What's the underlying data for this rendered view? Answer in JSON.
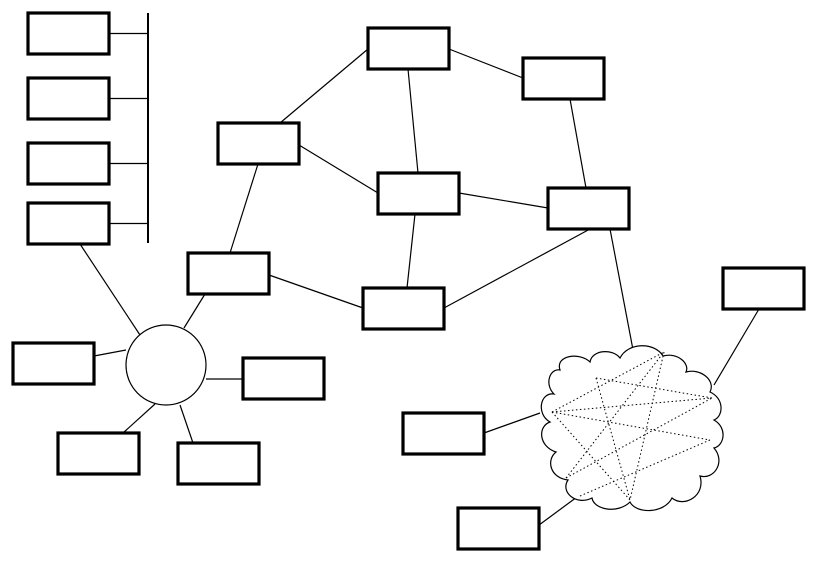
{
  "diagram": {
    "kind": "network-topology",
    "colors": {
      "background": "#ffffff",
      "stroke": "#000000",
      "node_fill": "#ffffff"
    },
    "nodes": [
      {
        "id": "bus-node-1",
        "shape": "box",
        "label": ""
      },
      {
        "id": "bus-node-2",
        "shape": "box",
        "label": ""
      },
      {
        "id": "bus-node-3",
        "shape": "box",
        "label": ""
      },
      {
        "id": "bus-node-4",
        "shape": "box",
        "label": ""
      },
      {
        "id": "mesh-node-top",
        "shape": "box",
        "label": ""
      },
      {
        "id": "mesh-node-upper-right",
        "shape": "box",
        "label": ""
      },
      {
        "id": "mesh-node-left",
        "shape": "box",
        "label": ""
      },
      {
        "id": "mesh-node-center",
        "shape": "box",
        "label": ""
      },
      {
        "id": "mesh-node-right",
        "shape": "box",
        "label": ""
      },
      {
        "id": "mesh-node-lower-left",
        "shape": "box",
        "label": ""
      },
      {
        "id": "mesh-node-lower-center",
        "shape": "box",
        "label": ""
      },
      {
        "id": "star-hub",
        "shape": "circle",
        "label": ""
      },
      {
        "id": "star-node-left",
        "shape": "box",
        "label": ""
      },
      {
        "id": "star-node-right",
        "shape": "box",
        "label": ""
      },
      {
        "id": "star-node-bottom-left",
        "shape": "box",
        "label": ""
      },
      {
        "id": "star-node-bottom-right",
        "shape": "box",
        "label": ""
      },
      {
        "id": "cloud-network",
        "shape": "cloud",
        "label": ""
      },
      {
        "id": "cloud-node-top-right",
        "shape": "box",
        "label": ""
      },
      {
        "id": "cloud-node-left",
        "shape": "box",
        "label": ""
      },
      {
        "id": "cloud-node-bottom",
        "shape": "box",
        "label": ""
      }
    ],
    "bus": {
      "id": "bus-backbone",
      "members": [
        "bus-node-1",
        "bus-node-2",
        "bus-node-3",
        "bus-node-4"
      ]
    },
    "edges": [
      [
        "bus-node-4",
        "star-hub"
      ],
      [
        "mesh-node-left",
        "mesh-node-top"
      ],
      [
        "mesh-node-top",
        "mesh-node-upper-right"
      ],
      [
        "mesh-node-top",
        "mesh-node-center"
      ],
      [
        "mesh-node-left",
        "mesh-node-center"
      ],
      [
        "mesh-node-left",
        "mesh-node-lower-left"
      ],
      [
        "mesh-node-upper-right",
        "mesh-node-right"
      ],
      [
        "mesh-node-center",
        "mesh-node-right"
      ],
      [
        "mesh-node-center",
        "mesh-node-lower-center"
      ],
      [
        "mesh-node-lower-left",
        "mesh-node-lower-center"
      ],
      [
        "mesh-node-lower-center",
        "mesh-node-right"
      ],
      [
        "mesh-node-right",
        "cloud-network"
      ],
      [
        "mesh-node-lower-left",
        "star-hub"
      ],
      [
        "star-hub",
        "star-node-left"
      ],
      [
        "star-hub",
        "star-node-right"
      ],
      [
        "star-hub",
        "star-node-bottom-left"
      ],
      [
        "star-hub",
        "star-node-bottom-right"
      ],
      [
        "cloud-network",
        "cloud-node-top-right"
      ],
      [
        "cloud-network",
        "cloud-node-left"
      ],
      [
        "cloud-network",
        "cloud-node-bottom"
      ]
    ],
    "cloud_internal_links": "dotted"
  }
}
